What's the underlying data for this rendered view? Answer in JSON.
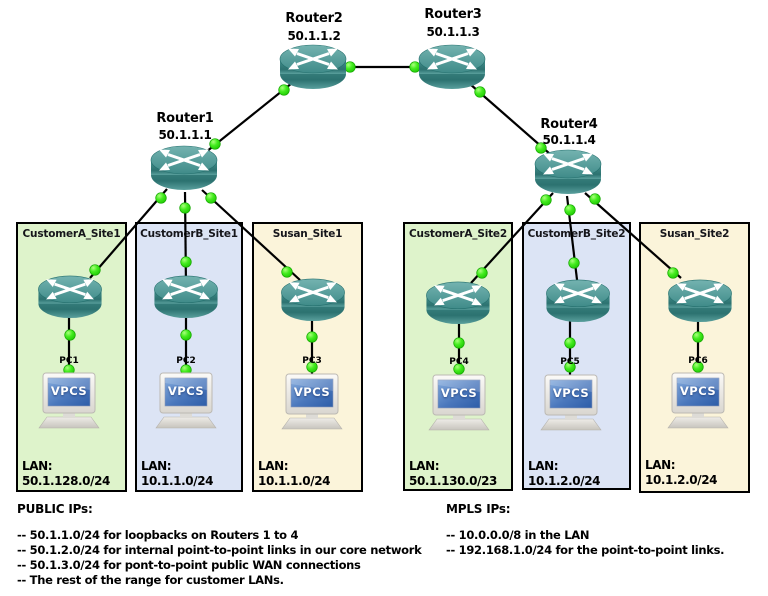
{
  "colors": {
    "site-green": "#def3cb",
    "site-blue": "#dce4f5",
    "site-yellow": "#fbf4da",
    "link-status-green": "#2ad800",
    "router-teal": "#418c8c",
    "pc-screen-blue": "#3f6fb0"
  },
  "core_routers": [
    {
      "name": "Router1",
      "ip": "50.1.1.1"
    },
    {
      "name": "Router2",
      "ip": "50.1.1.2"
    },
    {
      "name": "Router3",
      "ip": "50.1.1.3"
    },
    {
      "name": "Router4",
      "ip": "50.1.1.4"
    }
  ],
  "labels": {
    "lan_heading": "LAN:",
    "vpcs": "VPCS"
  },
  "sites": [
    {
      "title": "CustomerA_Site1",
      "pc": "PC1",
      "lan": "50.1.128.0/24"
    },
    {
      "title": "CustomerB_Site1",
      "pc": "PC2",
      "lan": "10.1.1.0/24"
    },
    {
      "title": "Susan_Site1",
      "pc": "PC3",
      "lan": "10.1.1.0/24"
    },
    {
      "title": "CustomerA_Site2",
      "pc": "PC4",
      "lan": "50.1.130.0/23"
    },
    {
      "title": "CustomerB_Site2",
      "pc": "PC5",
      "lan": "10.1.2.0/24"
    },
    {
      "title": "Susan_Site2",
      "pc": "PC6",
      "lan": "10.1.2.0/24"
    }
  ],
  "notes_left": {
    "title": "PUBLIC IPs:",
    "lines": [
      "-- 50.1.1.0/24 for loopbacks on Routers 1 to 4",
      "-- 50.1.2.0/24 for internal point-to-point links in our core network",
      "-- 50.1.3.0/24 for pont-to-point public WAN connections",
      "-- The rest of the range for customer LANs."
    ]
  },
  "notes_right": {
    "title": "MPLS IPs:",
    "lines": [
      "-- 10.0.0.0/8 in the LAN",
      "-- 192.168.1.0/24 for the point-to-point links."
    ]
  }
}
